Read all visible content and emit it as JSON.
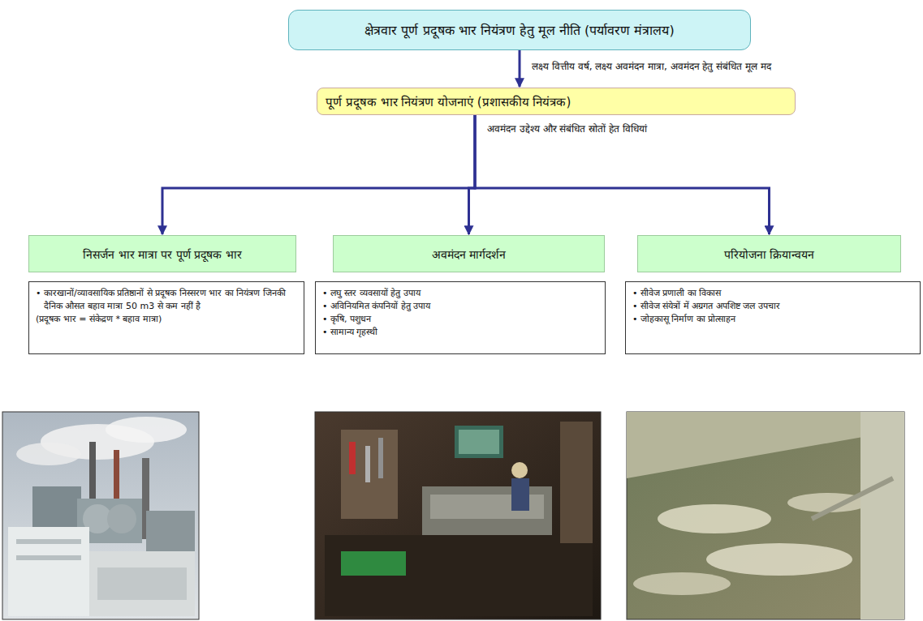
{
  "diagram": {
    "nodes": [
      {
        "text": [
          "क्षेत्रवार पूर्ण प्रदूषक भार नियंत्रण हेतु मूल नीति (पर्यावरण मंत्रालय)"
        ]
      },
      {
        "text": [
          "पूर्ण प्रदूषक भार नियंत्रण योजनाएं (प्रशासकीय नियंत्रक)"
        ]
      },
      {
        "text": [
          "निसर्जन भार मात्रा पर पूर्ण प्रदूषक भार"
        ]
      },
      {
        "text": [
          "अवमंदन मार्गदर्शन"
        ]
      },
      {
        "text": [
          "परियोजना क्रियान्वयन"
        ]
      },
      {
        "text": [
          "• कारखानों/व्यावसायिक प्रतिष्ठानों से प्रदूषक निस्सरण भार का नियंत्रण जिनकी दैनिक औसत बहाव मात्रा 50 m3 से कम नहीं है",
          "(प्रदूषक भार = संकेद्रण * बहाव मात्रा)"
        ]
      },
      {
        "text": [
          "• लघु स्तर व्यवसायों हेतु उपाय",
          "• अविनियमित कंपनियों हेतु उपाय",
          "• कृषि, पशुधन",
          "• सामान्य गृहस्थी"
        ]
      },
      {
        "text": [
          "• सीवेज प्रणाली का विकास",
          "• सीवेज संयेत्रों में अग्रगत अपशिष्ट जल उपचार",
          "• जोहकासू निर्माण का प्रोत्साहन"
        ]
      }
    ],
    "edges": [
      {
        "from": 0,
        "to": 1,
        "label": "लक्ष्य वित्तीय वर्ष, लक्ष्य अवमंदन मात्रा, अवमंदन हेतु संबंधित मूल मद",
        "arrow": "to"
      },
      {
        "from": 1,
        "to": 2,
        "arrow": "to"
      },
      {
        "from": 1,
        "to": 3,
        "label": "अवमंदन उद्देश्य और संबंधित स्रोतों हेत विधियां",
        "arrow": "to"
      },
      {
        "from": 1,
        "to": 4,
        "arrow": "to"
      }
    ]
  }
}
